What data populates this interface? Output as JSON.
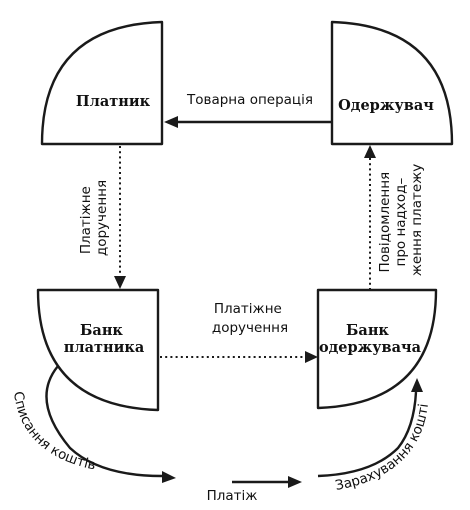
{
  "nodes": {
    "payer": "Платник",
    "receiver": "Одержувач",
    "payer_bank": [
      "Банк",
      "платника"
    ],
    "receiver_bank": [
      "Банк",
      "одержувача"
    ]
  },
  "edges": {
    "goods_operation": "Товарна операція",
    "payment_order_left": [
      "Платіжне",
      "доручення"
    ],
    "payment_order_middle": [
      "Платіжне",
      "доручення"
    ],
    "receipt_notice": [
      "Повідомлення",
      "про надход–",
      "ження платежу"
    ],
    "debiting": "Списання коштів",
    "payment": "Платіж",
    "crediting": "Зарахування коштів"
  }
}
